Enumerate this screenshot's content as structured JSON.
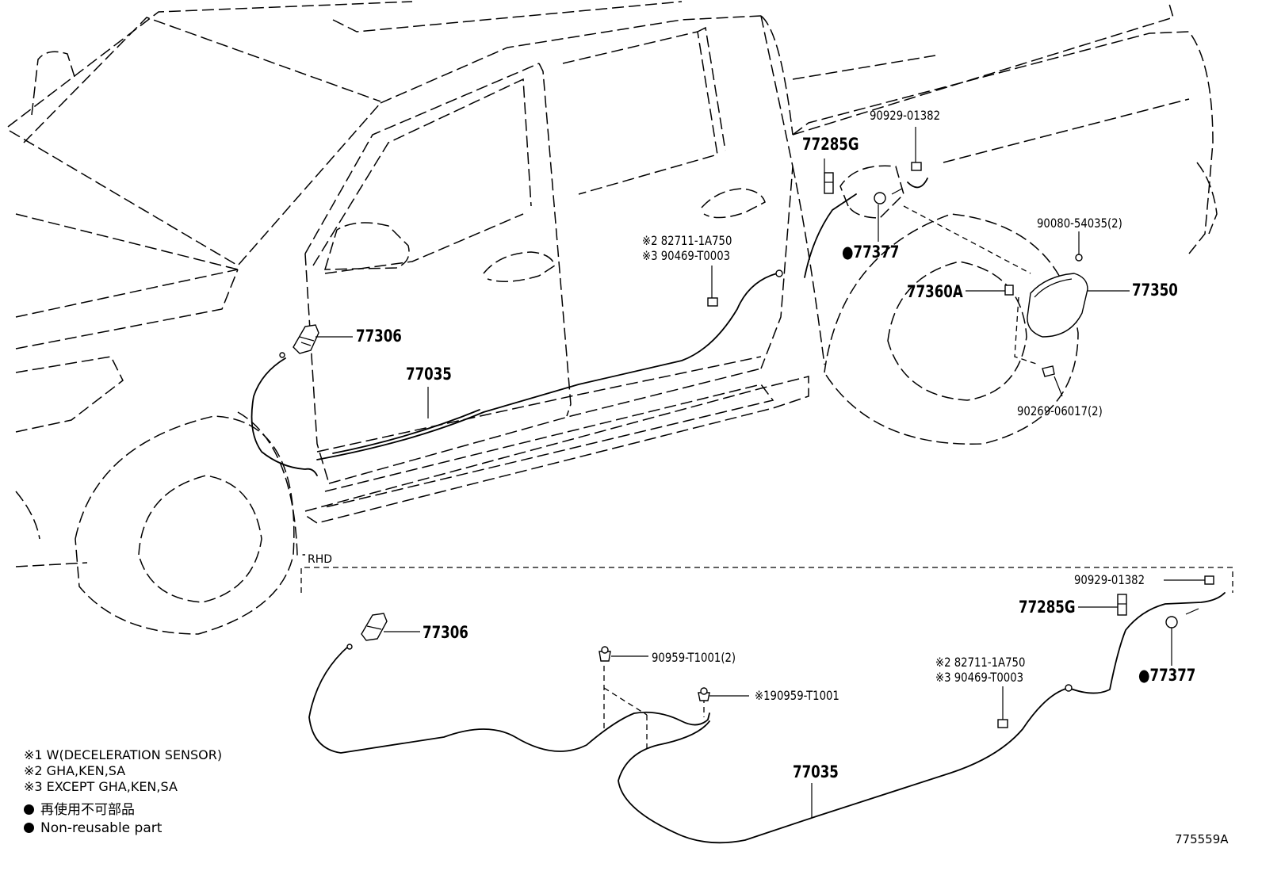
{
  "section": "RHD",
  "figure_id": "775559A",
  "parts": {
    "p_77285G": "77285G",
    "p_9092901382": "90929-01382",
    "p_77377": "77377",
    "p_9008054035": "90080-54035(2)",
    "p_77350": "77350",
    "p_77360A": "77360A",
    "p_9026906017": "90269-06017(2)",
    "p_77306": "77306",
    "p_77035": "77035",
    "p_8271114750": "82711-1A750",
    "p_90469T0003": "90469-T0003",
    "p_90959T1001_2": "90959-T1001(2)",
    "p_90959T1001": "90959-T1001"
  },
  "marks": {
    "note1": "※1",
    "note2": "※2",
    "note3": "※3",
    "nonreusable": "●"
  },
  "notes": [
    "※1 W(DECELERATION SENSOR)",
    "※2 GHA,KEN,SA",
    "※3 EXCEPT GHA,KEN,SA"
  ],
  "legend": {
    "japanese": "再使用不可部品",
    "english": "Non-reusable part"
  }
}
